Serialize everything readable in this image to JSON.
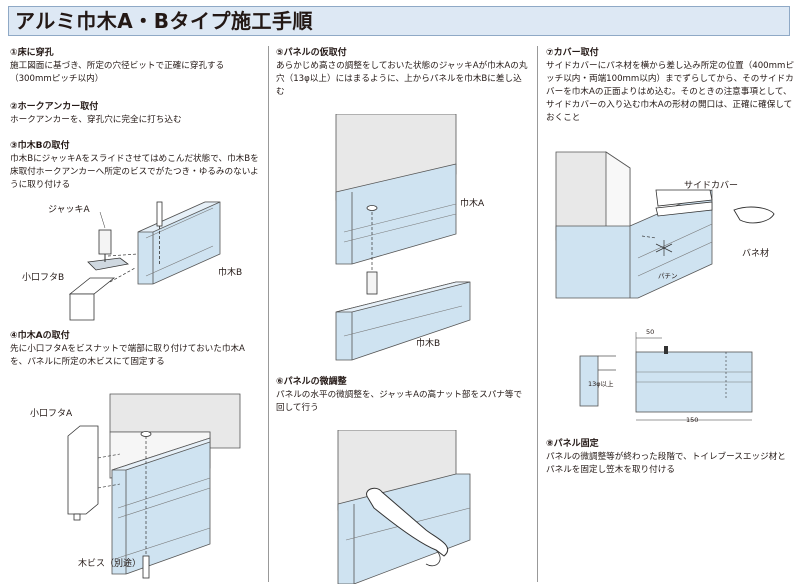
{
  "title": "アルミ巾木A・Bタイプ施工手順",
  "steps": [
    {
      "heading": "①床に穿孔",
      "text": "施工図面に基づき、所定の穴径ビットで正確に穿孔する（300mmピッチ以内）"
    },
    {
      "heading": "②ホークアンカー取付",
      "text": "ホークアンカーを、穿孔穴に完全に打ち込む"
    },
    {
      "heading": "③巾木Bの取付",
      "text": "巾木BにジャッキAをスライドさせてはめこんだ状態で、巾木Bを床取付ホークアンカーへ所定のビスでがたつき・ゆるみのないように取り付ける"
    },
    {
      "heading": "④巾木Aの取付",
      "text": "先に小口フタAをビスナットで端部に取り付けておいた巾木Aを、パネルに所定の木ビスにて固定する"
    },
    {
      "heading": "⑤パネルの仮取付",
      "text": "あらかじめ高さの調整をしておいた状態のジャッキAが巾木Aの丸穴（13φ以上）にはまるように、上からパネルを巾木Bに差し込む"
    },
    {
      "heading": "⑥パネルの微調整",
      "text": "パネルの水平の微調整を、ジャッキAの高ナット部をスパナ等で回して行う"
    },
    {
      "heading": "⑦カバー取付",
      "text": "サイドカバーにパネ材を横から差し込み所定の位置（400mmピッチ以内・両端100mm以内）までずらしてから、そのサイドカバーを巾木Aの正面よりはめ込む。そのときの注意事項として、サイドカバーの入り込む巾木Aの形材の開口は、正確に確保しておくこと"
    },
    {
      "heading": "⑧パネル固定",
      "text": "パネルの微調整等が終わった段階で、トイレブースエッジ材とパネルを固定し笠木を取り付ける"
    }
  ],
  "labels": {
    "jack_a": "ジャッキA",
    "koguchi_b": "小口フタB",
    "habaki_b": "巾木B",
    "koguchi_a": "小口フタA",
    "wood_screw": "木ビス（別途）",
    "habaki_a": "巾木A",
    "habaki_b2": "巾木B",
    "side_cover": "サイドカバー",
    "spring": "バネ材",
    "pachin": "パチン",
    "dim_50": "50",
    "dim_13": "13φ以上",
    "dim_150": "150"
  },
  "colors": {
    "header_bg": "#dde8f4",
    "profile_fill": "#cfe3f1",
    "wall_fill": "#e8e8e8"
  }
}
